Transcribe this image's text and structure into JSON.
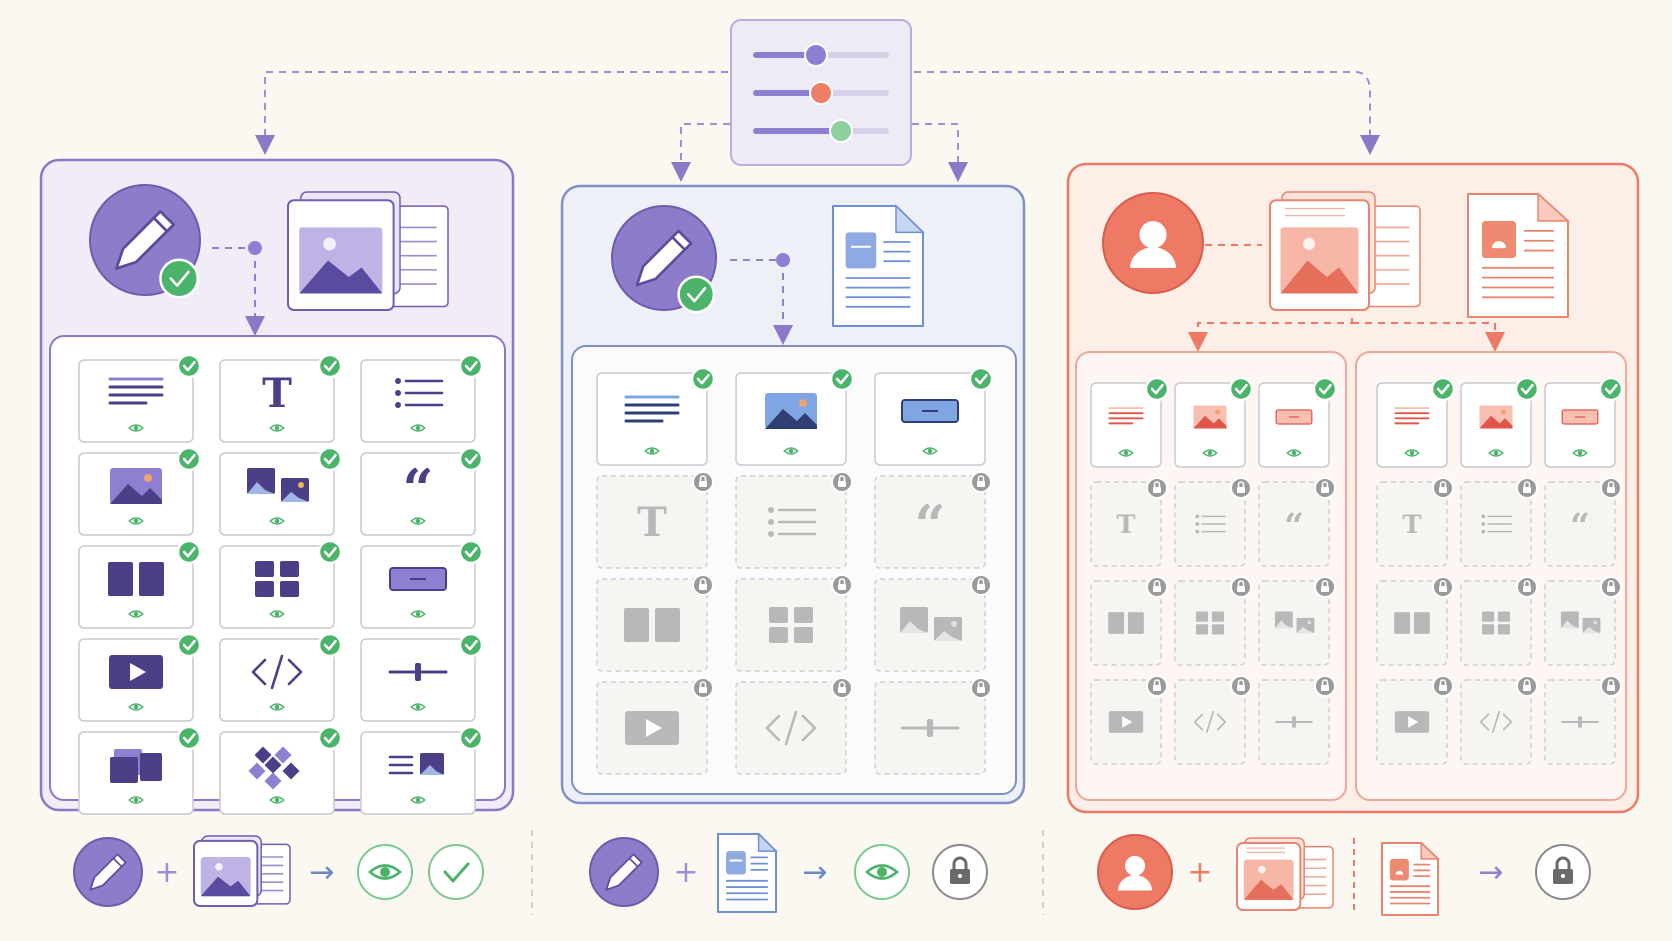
{
  "palette": {
    "background": "#fbf7f1",
    "purple": "#8b78c7",
    "purple_light": "#f1ecf8",
    "purple_dark": "#4b3f87",
    "blue_border": "#7f90c6",
    "blue_light": "#eef0f8",
    "blue_icon": "#6f8fd6",
    "coral": "#ee7a66",
    "coral_light": "#fdeee8",
    "green": "#4cb36b",
    "locked_gray": "#b8b8b8",
    "tile_border": "#c9c9cf"
  },
  "settings_panel": {
    "icon": "settings-sliders-icon",
    "sliders": [
      "purple",
      "coral",
      "green"
    ]
  },
  "panels": [
    {
      "id": "editor-full-access",
      "theme": "purple",
      "role_icon": "pencil-icon",
      "role_badge": "check-icon",
      "resource_icon": "image-document-stack-icon",
      "grids": [
        {
          "tiles": [
            {
              "icon": "text-lines-icon",
              "state": "visible"
            },
            {
              "icon": "heading-t-icon",
              "state": "visible"
            },
            {
              "icon": "bullet-list-icon",
              "state": "visible"
            },
            {
              "icon": "image-icon",
              "state": "visible"
            },
            {
              "icon": "gallery-icon",
              "state": "visible"
            },
            {
              "icon": "quote-icon",
              "state": "visible"
            },
            {
              "icon": "two-columns-icon",
              "state": "visible"
            },
            {
              "icon": "grid-icon",
              "state": "visible"
            },
            {
              "icon": "button-icon",
              "state": "visible"
            },
            {
              "icon": "video-play-icon",
              "state": "visible"
            },
            {
              "icon": "code-icon",
              "state": "visible"
            },
            {
              "icon": "slider-divider-icon",
              "state": "visible"
            },
            {
              "icon": "layers-icon",
              "state": "visible"
            },
            {
              "icon": "diamond-pattern-icon",
              "state": "visible"
            },
            {
              "icon": "text-with-image-icon",
              "state": "visible"
            }
          ]
        }
      ],
      "formula": {
        "role": "pencil-icon",
        "resource": "image-document-stack-icon",
        "results": [
          "eye-icon",
          "check-icon"
        ]
      }
    },
    {
      "id": "editor-document-access",
      "theme": "blue",
      "role_icon": "pencil-icon",
      "role_badge": "check-icon",
      "resource_icon": "document-icon",
      "grids": [
        {
          "tiles": [
            {
              "icon": "text-lines-icon",
              "state": "visible"
            },
            {
              "icon": "image-icon",
              "state": "visible"
            },
            {
              "icon": "button-icon",
              "state": "visible"
            },
            {
              "icon": "heading-t-icon",
              "state": "locked"
            },
            {
              "icon": "bullet-list-icon",
              "state": "locked"
            },
            {
              "icon": "quote-icon",
              "state": "locked"
            },
            {
              "icon": "two-columns-icon",
              "state": "locked"
            },
            {
              "icon": "grid-icon",
              "state": "locked"
            },
            {
              "icon": "gallery-icon",
              "state": "locked"
            },
            {
              "icon": "video-play-icon",
              "state": "locked"
            },
            {
              "icon": "code-icon",
              "state": "locked"
            },
            {
              "icon": "slider-divider-icon",
              "state": "locked"
            }
          ]
        }
      ],
      "formula": {
        "role": "pencil-icon",
        "resource": "document-icon",
        "results": [
          "eye-icon",
          "lock-icon"
        ]
      }
    },
    {
      "id": "viewer-access",
      "theme": "coral",
      "role_icon": "user-icon",
      "resource_icon": "image-document-stack-icon",
      "resource_icon_2": "document-icon",
      "grids": [
        {
          "tiles": [
            {
              "icon": "text-lines-icon",
              "state": "visible"
            },
            {
              "icon": "image-icon",
              "state": "visible"
            },
            {
              "icon": "button-icon",
              "state": "visible"
            },
            {
              "icon": "heading-t-icon",
              "state": "locked"
            },
            {
              "icon": "bullet-list-icon",
              "state": "locked"
            },
            {
              "icon": "quote-icon",
              "state": "locked"
            },
            {
              "icon": "two-columns-icon",
              "state": "locked"
            },
            {
              "icon": "grid-icon",
              "state": "locked"
            },
            {
              "icon": "gallery-icon",
              "state": "locked"
            },
            {
              "icon": "video-play-icon",
              "state": "locked"
            },
            {
              "icon": "code-icon",
              "state": "locked"
            },
            {
              "icon": "slider-divider-icon",
              "state": "locked"
            }
          ]
        },
        {
          "tiles": [
            {
              "icon": "text-lines-icon",
              "state": "visible"
            },
            {
              "icon": "image-icon",
              "state": "visible"
            },
            {
              "icon": "button-icon",
              "state": "visible"
            },
            {
              "icon": "heading-t-icon",
              "state": "locked"
            },
            {
              "icon": "bullet-list-icon",
              "state": "locked"
            },
            {
              "icon": "quote-icon",
              "state": "locked"
            },
            {
              "icon": "two-columns-icon",
              "state": "locked"
            },
            {
              "icon": "grid-icon",
              "state": "locked"
            },
            {
              "icon": "gallery-icon",
              "state": "locked"
            },
            {
              "icon": "video-play-icon",
              "state": "locked"
            },
            {
              "icon": "code-icon",
              "state": "locked"
            },
            {
              "icon": "slider-divider-icon",
              "state": "locked"
            }
          ]
        }
      ],
      "formula": {
        "role": "user-icon",
        "resource": "image-document-stack-icon",
        "resource_2": "document-icon",
        "results": [
          "lock-icon"
        ]
      }
    }
  ],
  "operators": {
    "plus": "+",
    "arrow": "→"
  }
}
